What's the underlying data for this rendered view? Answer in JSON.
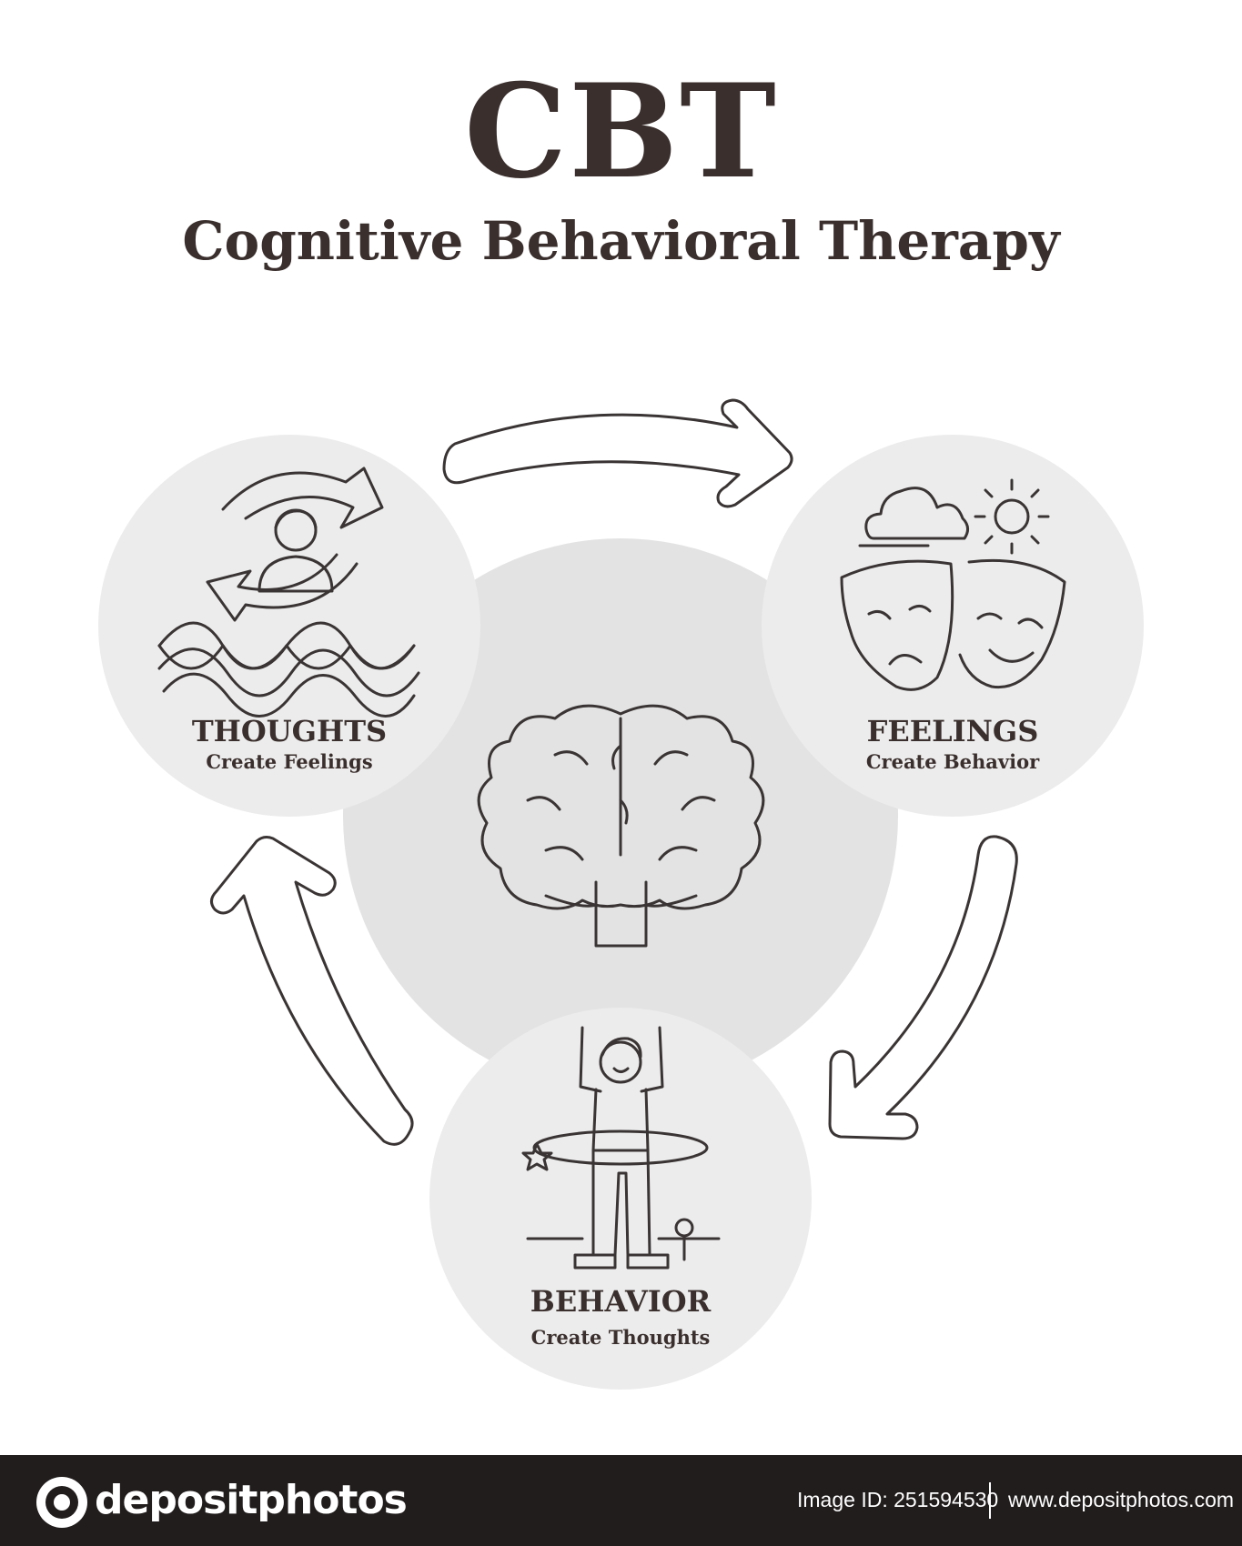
{
  "header": {
    "title": "CBT",
    "subtitle": "Cognitive Behavioral Therapy"
  },
  "nodes": {
    "thoughts": {
      "title": "THOUGHTS",
      "caption": "Create Feelings",
      "icon": "person-cycle-waves-icon"
    },
    "feelings": {
      "title": "FEELINGS",
      "caption": "Create Behavior",
      "icon": "theater-masks-weather-icon"
    },
    "behavior": {
      "title": "BEHAVIOR",
      "caption": "Create Thoughts",
      "icon": "happy-child-hula-hoop-icon"
    },
    "center": {
      "icon": "brain-icon"
    }
  },
  "colors": {
    "text": "#3a2f2d",
    "outer_circle": "#ececec",
    "center_circle": "#e3e3e3",
    "stroke": "#3a3434",
    "footer_bg": "#221d1d"
  },
  "footer": {
    "brand": "depositphotos",
    "image_id": "Image ID: 251594530",
    "url": "www.depositphotos.com"
  }
}
